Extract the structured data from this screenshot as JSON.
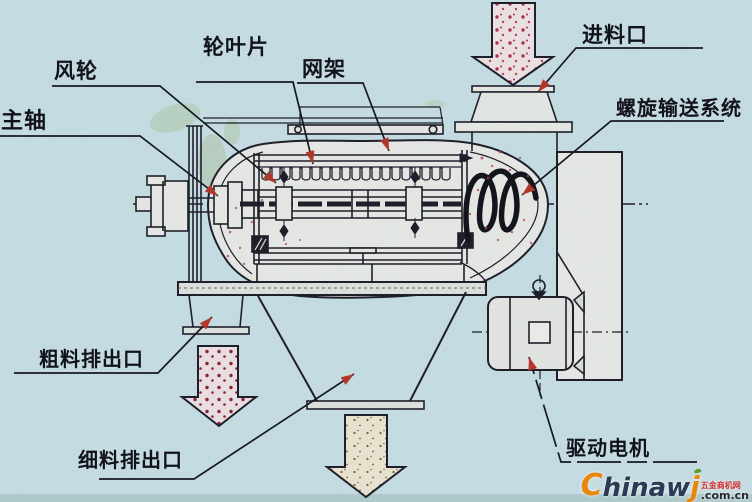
{
  "diagram": {
    "type": "mechanical-cutaway-diagram",
    "subject": "airflow screening machine cross-section",
    "colors": {
      "background": "#d0e9f0",
      "line": "#22222e",
      "machine_fill": "#f2f5f1",
      "pointer_red": "#bf3a2e",
      "feed_dots": "#b6384e",
      "coarse_dots": "#8e2838",
      "fine_dots": "#7a6a3a",
      "stain_green": "#9db05a",
      "bottom_band": "#b5d4d2"
    },
    "labels": [
      {
        "id": "main-shaft",
        "text": "主轴"
      },
      {
        "id": "fan-wheel",
        "text": "风轮"
      },
      {
        "id": "wheel-blade",
        "text": "轮叶片"
      },
      {
        "id": "screen-frame",
        "text": "网架"
      },
      {
        "id": "feed-inlet",
        "text": "进料口"
      },
      {
        "id": "screw-conveyor",
        "text": "螺旋输送系统"
      },
      {
        "id": "coarse-outlet",
        "text": "粗料排出口"
      },
      {
        "id": "fine-outlet",
        "text": "细料排出口"
      },
      {
        "id": "drive-motor",
        "text": "驱动电机"
      }
    ],
    "watermark": {
      "c": "C",
      "mid": "hinaw",
      "j": "j",
      "tag": "五金商机网",
      "suffix": ".com.cn"
    }
  }
}
